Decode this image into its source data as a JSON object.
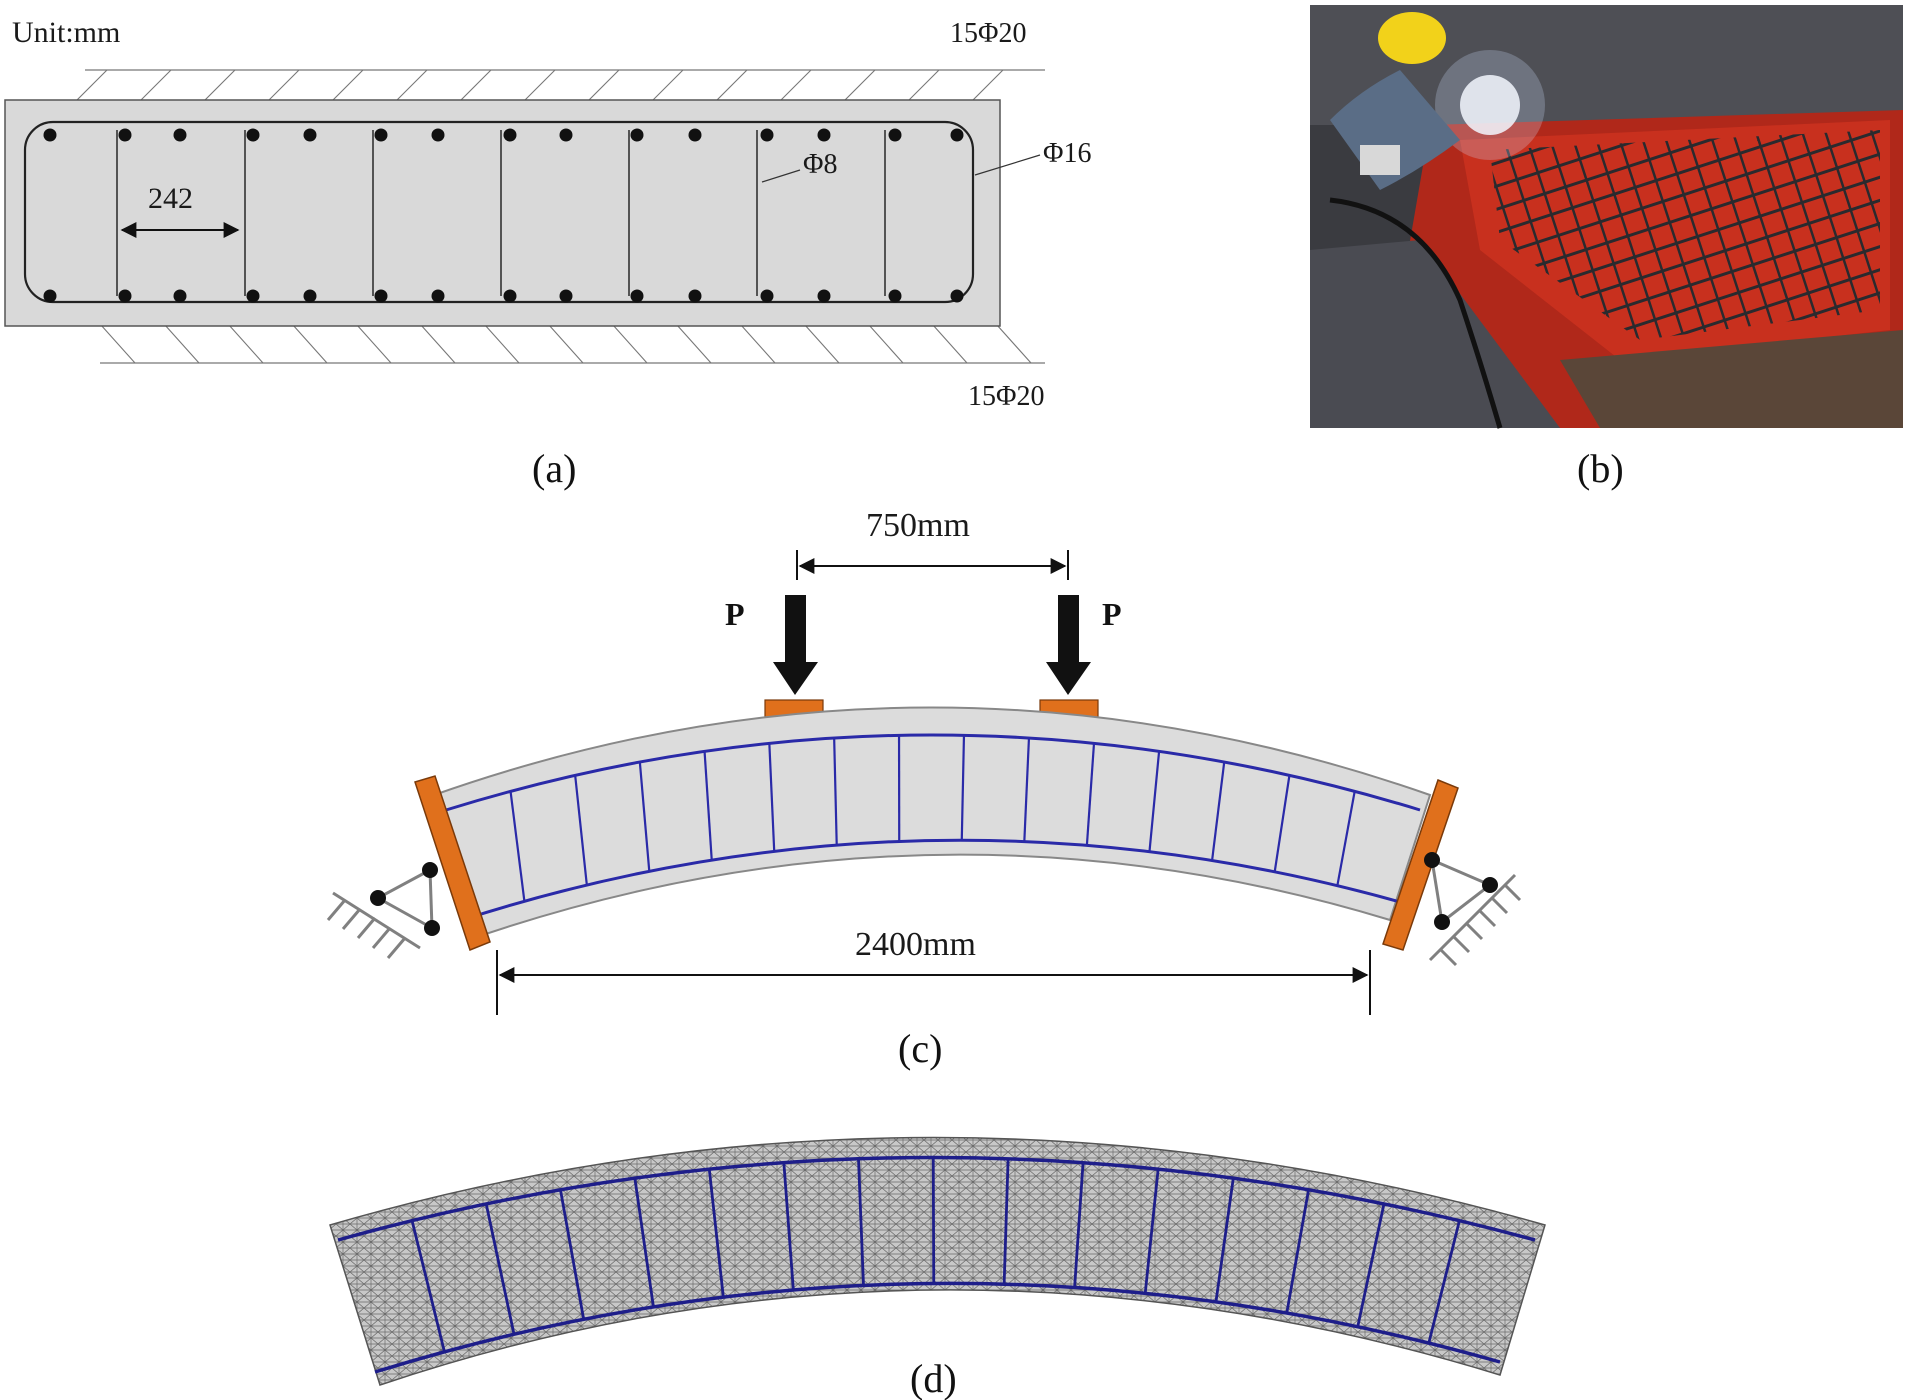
{
  "panel_a": {
    "unit_label": "Unit:mm",
    "top_rebar": "15Φ20",
    "bottom_rebar": "15Φ20",
    "outer_bar": "Φ16",
    "stirrup": "Φ8",
    "spacing": "242",
    "caption": "(a)"
  },
  "panel_b": {
    "caption": "(b)"
  },
  "panel_c": {
    "load_spacing": "750mm",
    "load_left": "P",
    "load_right": "P",
    "span": "2400mm",
    "caption": "(c)"
  },
  "panel_d": {
    "caption": "(d)"
  },
  "colors": {
    "concrete": "#dcdcdc",
    "rebar_blue": "#2a2aa8",
    "plate_orange": "#e0701c",
    "frame_red": "#c8301e",
    "support_gray": "#808080"
  }
}
